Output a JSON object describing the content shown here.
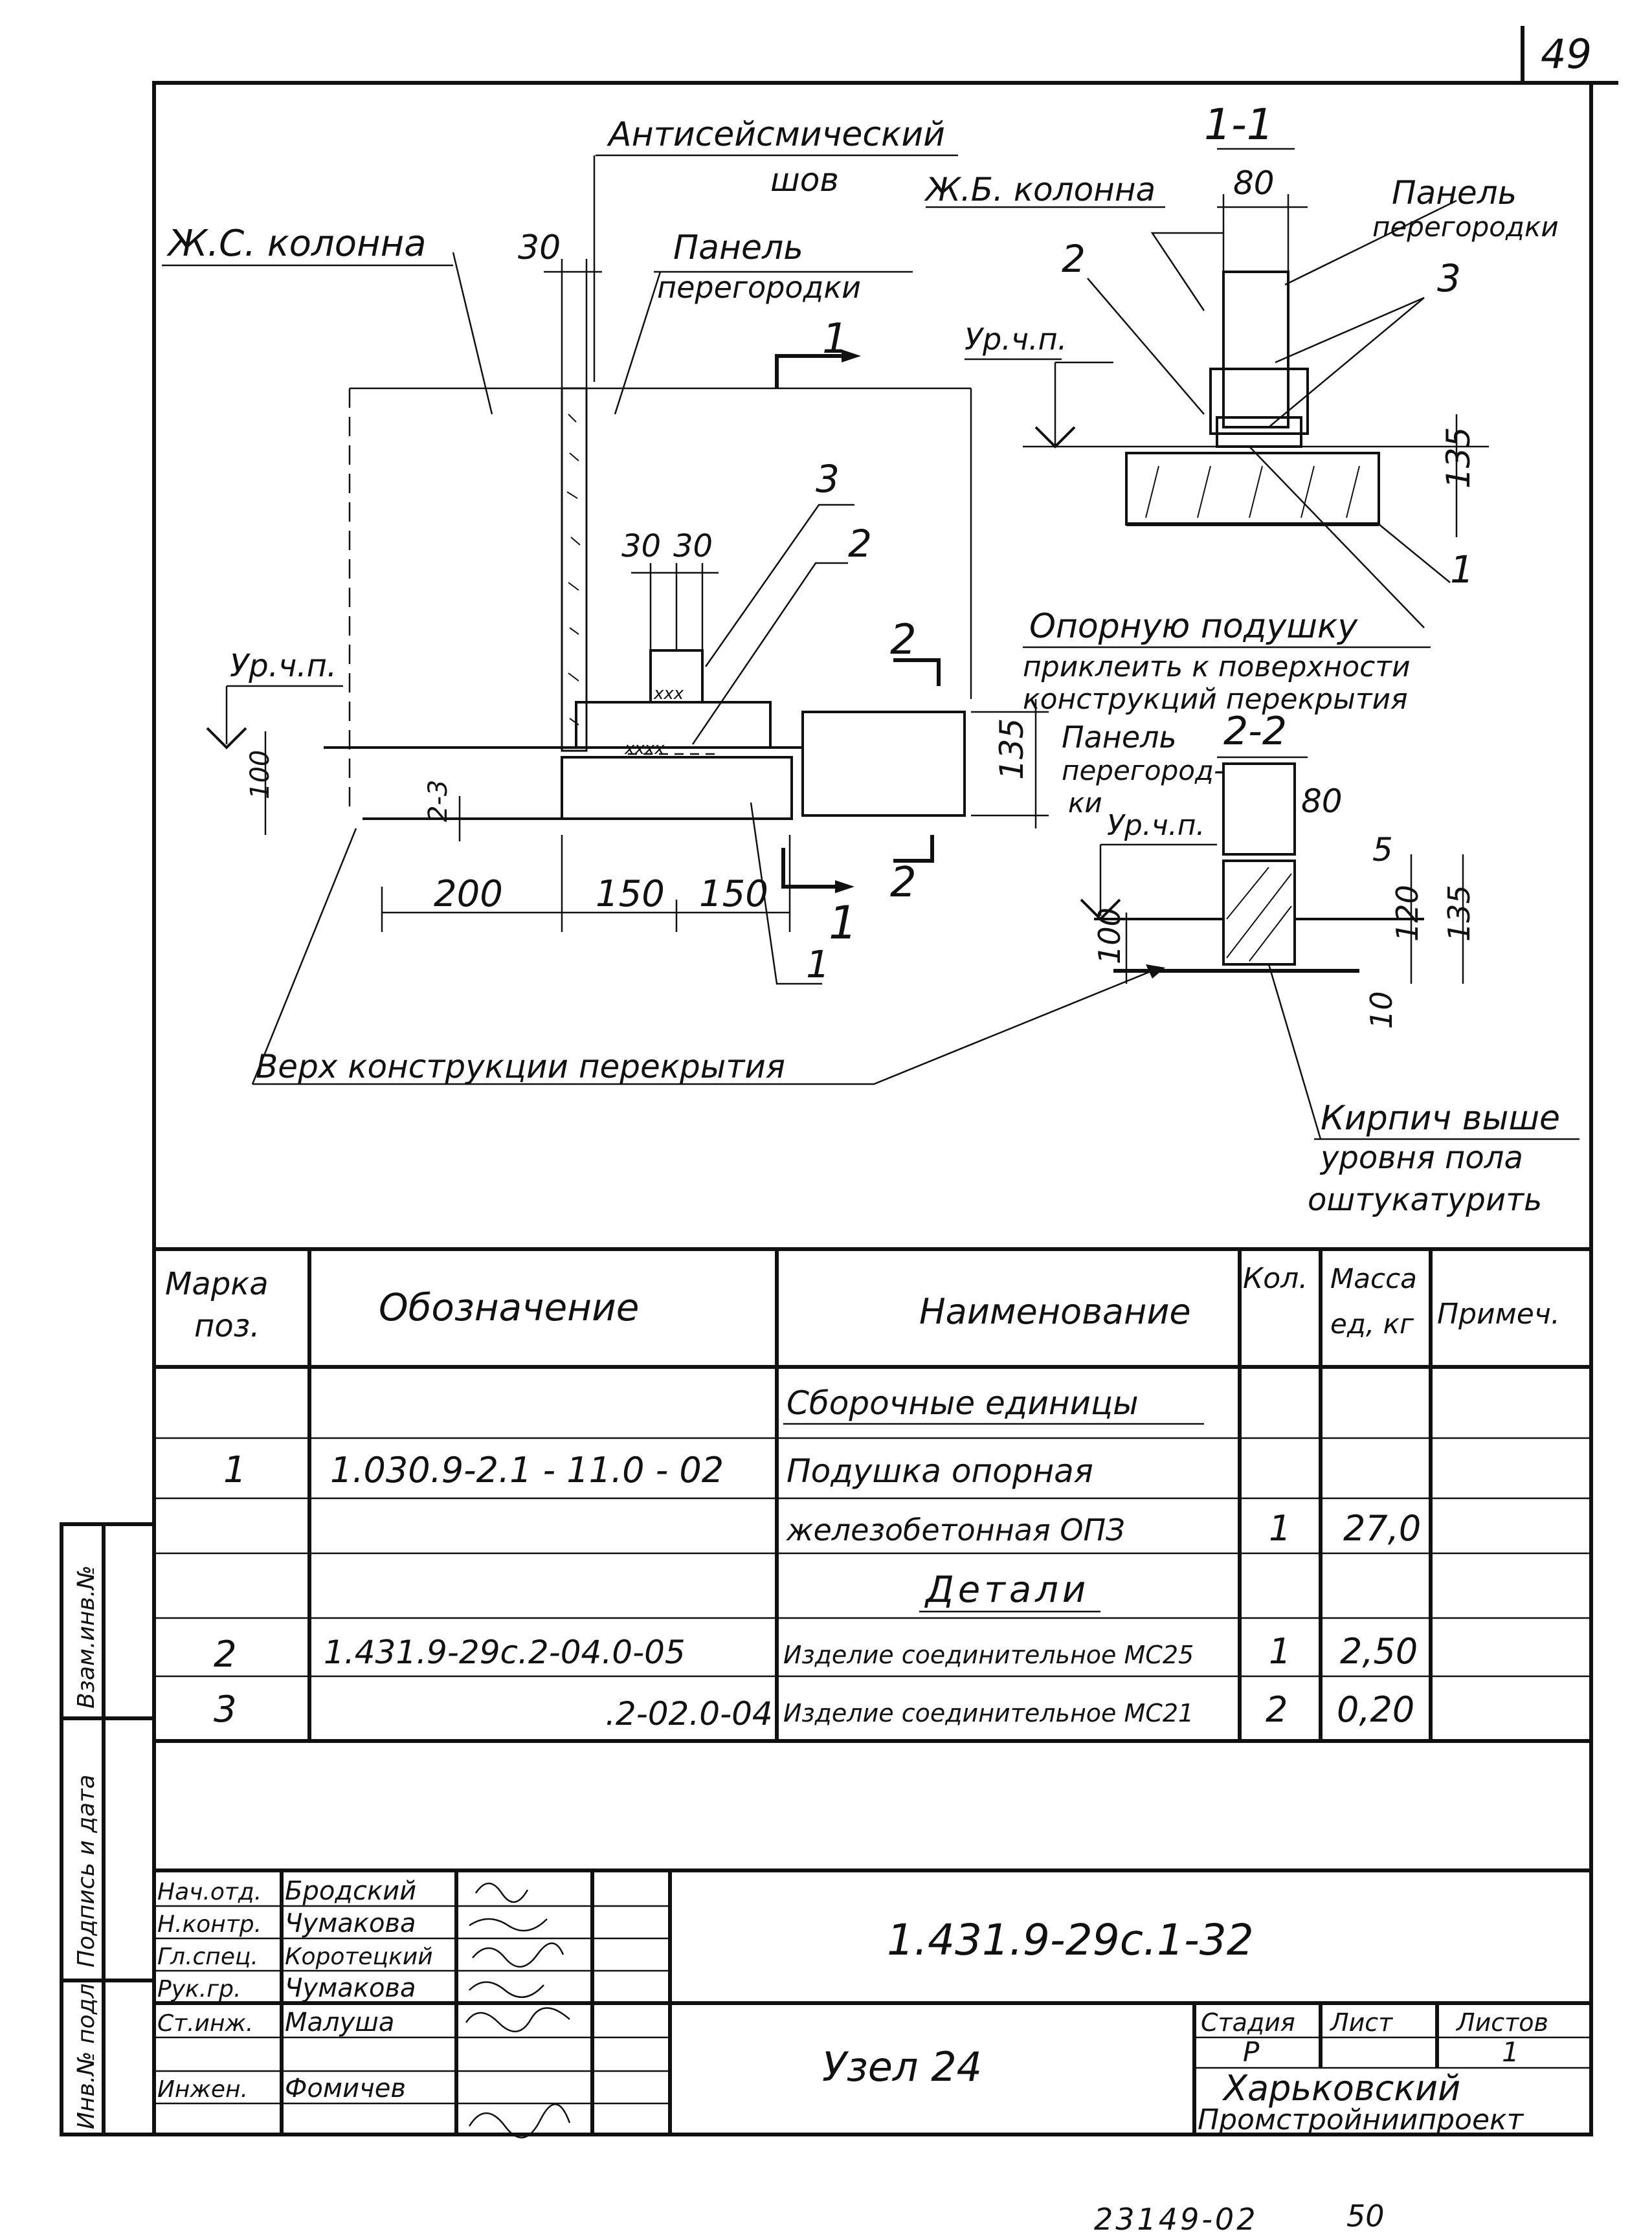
{
  "sheet_number": "49",
  "drawing": {
    "main": {
      "antiseismic_seam": [
        "Антисейсмический",
        "шов"
      ],
      "rc_column": "Ж.С. колонна",
      "partition_panel": [
        "Панель",
        "перегородки"
      ],
      "floor_level_left": "Ур.ч.п.",
      "dim_30": "30",
      "dim_30_30": [
        "30",
        "30"
      ],
      "dim_200": "200",
      "dim_150_a": "150",
      "dim_150_b": "150",
      "dim_100": "100",
      "dim_2_3": "2-3",
      "dim_135": "135",
      "section_1": "1",
      "section_2": "2",
      "pos_1": "1",
      "pos_2": "2",
      "pos_3": "3",
      "slab_top": "Верх конструкции перекрытия"
    },
    "section_1_1": {
      "title": "1-1",
      "rc_column": "Ж.Б. колонна",
      "dim_80": "80",
      "partition_panel": [
        "Панель",
        "перегородки"
      ],
      "floor_level": "Ур.ч.п.",
      "dim_135": "135",
      "pos_1": "1",
      "pos_2": "2",
      "pos_3": "3"
    },
    "support_note": [
      "Опорную подушку",
      "приклеить к поверхности",
      "конструкций перекрытия"
    ],
    "section_2_2": {
      "title": "2-2",
      "partition_panel": [
        "Панель",
        "перегород-",
        "ки"
      ],
      "dim_80": "80",
      "floor_level": "Ур.ч.п.",
      "dim_5": "5",
      "dim_100": "100",
      "dim_120": "120",
      "dim_135": "135",
      "dim_10": "10"
    },
    "brick_note": [
      "Кирпич выше",
      "уровня пола",
      "оштукатурить"
    ]
  },
  "spec_table": {
    "headers": {
      "mark": [
        "Марка",
        "поз."
      ],
      "designation": "Обозначение",
      "name": "Наименование",
      "qty": "Кол.",
      "mass": [
        "Масса",
        "ед, кг"
      ],
      "note": "Примеч."
    },
    "rows": [
      {
        "pos": "",
        "designation": "",
        "name": "Сборочные единицы",
        "qty": "",
        "mass": "",
        "note": ""
      },
      {
        "pos": "1",
        "designation": "1.030.9-2.1 - 11.0 - 02",
        "name": "Подушка опорная",
        "qty": "",
        "mass": "",
        "note": ""
      },
      {
        "pos": "",
        "designation": "",
        "name": "железобетонная ОПЗ",
        "qty": "1",
        "mass": "27,0",
        "note": ""
      },
      {
        "pos": "",
        "designation": "",
        "name": "Детали",
        "qty": "",
        "mass": "",
        "note": ""
      },
      {
        "pos": "2",
        "designation": "1.431.9-29с.2-04.0-05",
        "name": "Изделие соединительное МС25",
        "qty": "1",
        "mass": "2,50",
        "note": ""
      },
      {
        "pos": "3",
        "designation": ".2-02.0-04",
        "name": "Изделие соединительное МС21",
        "qty": "2",
        "mass": "0,20",
        "note": ""
      }
    ]
  },
  "title_block": {
    "code": "1.431.9-29с.1-32",
    "sheet_title": "Узел 24",
    "stage_label": "Стадия",
    "sheet_label": "Лист",
    "sheets_label": "Листов",
    "stage": "Р",
    "sheet": "",
    "sheets": "1",
    "org": [
      "Харьковский",
      "Промстройниипроект"
    ],
    "staff": [
      {
        "role": "Нач.отд.",
        "name": "Бродский"
      },
      {
        "role": "Н.контр.",
        "name": "Чумакова"
      },
      {
        "role": "Гл.спец.",
        "name": "Коротецкий"
      },
      {
        "role": "Рук.гр.",
        "name": "Чумакова"
      },
      {
        "role": "Ст.инж.",
        "name": "Малуша"
      },
      {
        "role": "",
        "name": ""
      },
      {
        "role": "Инжен.",
        "name": "Фомичев"
      }
    ]
  },
  "side_stamp": [
    "Взам.инв.№",
    "Подпись и дата",
    "Инв.№ подл."
  ],
  "bottom": {
    "archive": "23149-02",
    "page": "50"
  }
}
